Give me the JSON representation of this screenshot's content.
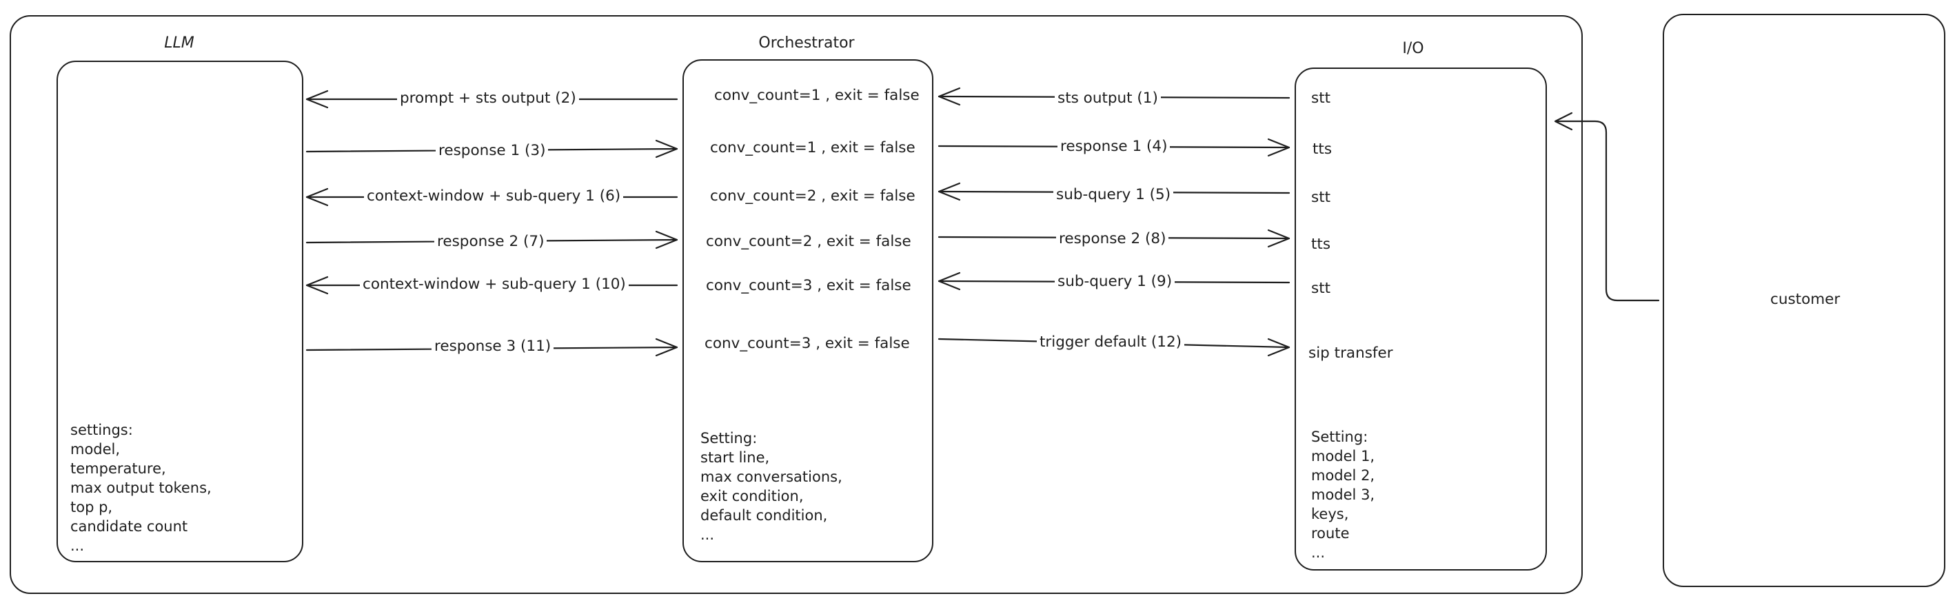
{
  "titles": {
    "llm": "LLM",
    "orchestrator": "Orchestrator",
    "io": "I/O"
  },
  "customer": "customer",
  "flows": [
    {
      "label": "prompt + sts output (2)",
      "dir": "left"
    },
    {
      "label": "response 1 (3)",
      "dir": "right"
    },
    {
      "label": "context-window + sub-query 1 (6)",
      "dir": "left"
    },
    {
      "label": "response 2 (7)",
      "dir": "right"
    },
    {
      "label": "context-window + sub-query 1 (10)",
      "dir": "left"
    },
    {
      "label": "response 3 (11)",
      "dir": "right"
    }
  ],
  "io_flows": [
    {
      "label": "sts output (1)",
      "dir": "left"
    },
    {
      "label": "response 1 (4)",
      "dir": "right"
    },
    {
      "label": "sub-query 1 (5)",
      "dir": "left"
    },
    {
      "label": "response 2 (8)",
      "dir": "right"
    },
    {
      "label": "sub-query 1 (9)",
      "dir": "left"
    },
    {
      "label": "trigger default (12)",
      "dir": "right"
    }
  ],
  "states": [
    "conv_count=1 , exit = false",
    "conv_count=1 , exit = false",
    "conv_count=2 , exit = false",
    "conv_count=2 , exit = false",
    "conv_count=3 , exit = false",
    "conv_count=3 , exit = false"
  ],
  "io_items": [
    "stt",
    "tts",
    "stt",
    "tts",
    "stt",
    "sip transfer"
  ],
  "llm_settings": [
    "settings:",
    "model,",
    "temperature,",
    "max output tokens,",
    "top p,",
    "candidate count",
    "..."
  ],
  "orch_settings": [
    "Setting:",
    "start line,",
    "max conversations,",
    "exit condition,",
    "default condition,",
    "..."
  ],
  "io_settings": [
    "Setting:",
    "model 1,",
    "model 2,",
    "model 3,",
    "keys,",
    "route",
    "..."
  ]
}
